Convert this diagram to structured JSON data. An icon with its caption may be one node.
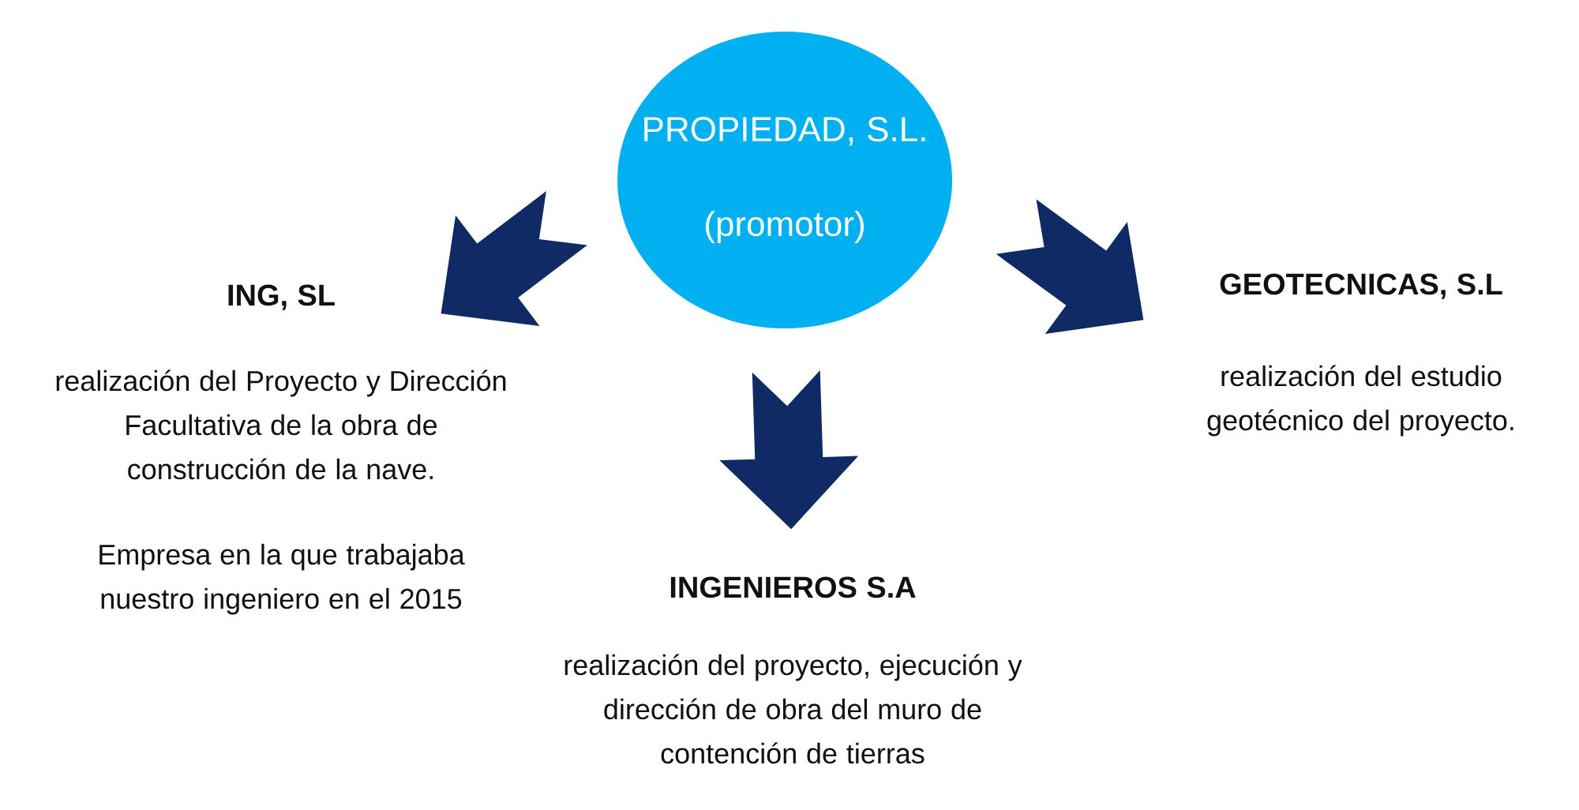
{
  "diagram": {
    "nodes": [
      {
        "text": [
          "PROPIEDAD, S.L.",
          "(promotor)"
        ]
      },
      {
        "text": [
          "ING, SL",
          "realización del Proyecto y Dirección Facultativa de la obra de construcción de la nave.",
          "Empresa en la que trabajaba nuestro ingeniero en el 2015"
        ]
      },
      {
        "text": [
          "GEOTECNICAS, S.L",
          "realización del estudio geotécnico del proyecto."
        ]
      },
      {
        "text": [
          "INGENIEROS S.A",
          "realización del proyecto, ejecución y dirección de obra del muro de contención de tierras"
        ]
      }
    ],
    "edges": [
      {
        "from": 0,
        "to": 1,
        "arrow": "to"
      },
      {
        "from": 0,
        "to": 2,
        "arrow": "to"
      },
      {
        "from": 0,
        "to": 3,
        "arrow": "to"
      }
    ]
  }
}
